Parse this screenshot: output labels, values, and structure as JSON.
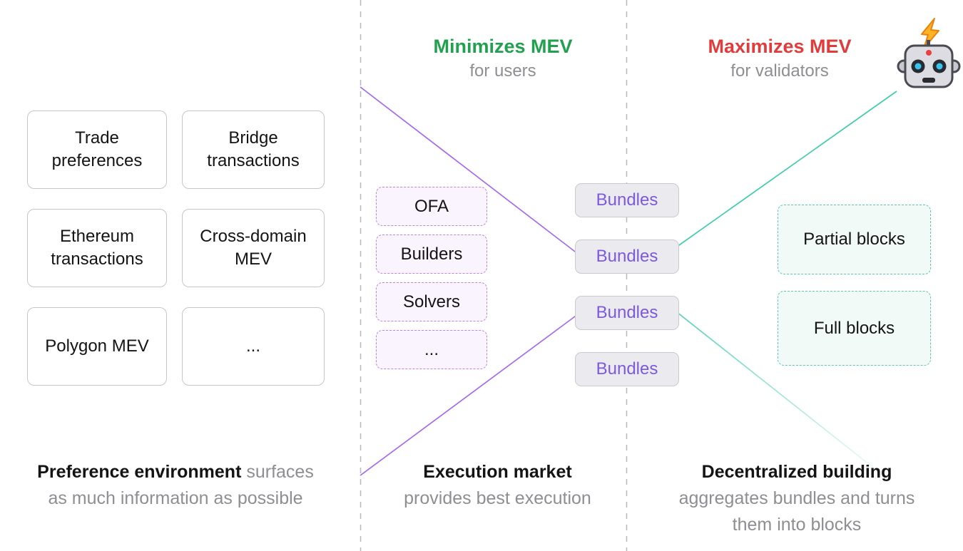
{
  "headers": {
    "minimizes": {
      "title": "Minimizes MEV",
      "subtitle": "for users"
    },
    "maximizes": {
      "title": "Maximizes MEV",
      "subtitle": "for validators"
    }
  },
  "preference_boxes": [
    "Trade preferences",
    "Bridge transactions",
    "Ethereum transactions",
    "Cross-domain MEV",
    "Polygon MEV",
    "..."
  ],
  "market_boxes": [
    "OFA",
    "Builders",
    "Solvers",
    "..."
  ],
  "bundle_labels": [
    "Bundles",
    "Bundles",
    "Bundles",
    "Bundles"
  ],
  "block_boxes": [
    "Partial blocks",
    "Full blocks"
  ],
  "captions": {
    "preference": {
      "bold": "Preference environment",
      "rest": " surfaces",
      "line2": "as much information as possible"
    },
    "execution": {
      "bold": "Execution market",
      "line2": "provides best execution"
    },
    "building": {
      "bold": "Decentralized building",
      "line2": "aggregates bundles and turns",
      "line3": "them into blocks"
    }
  },
  "icons": {
    "robot": "robot-head-with-lightning-antenna"
  },
  "colors": {
    "green_header": "#21a04f",
    "red_header": "#e23b3b",
    "gray_text": "#8e8e93",
    "purple_bundle_text": "#7c59dd",
    "purple_line": "#a56cf0",
    "purple_dashed_border": "#bd84ec",
    "teal_line": "#3fcdaa",
    "teal_dashed_border": "#58cdb2",
    "bundle_fill": "#ebebef",
    "box_border": "#c6c6cc"
  }
}
